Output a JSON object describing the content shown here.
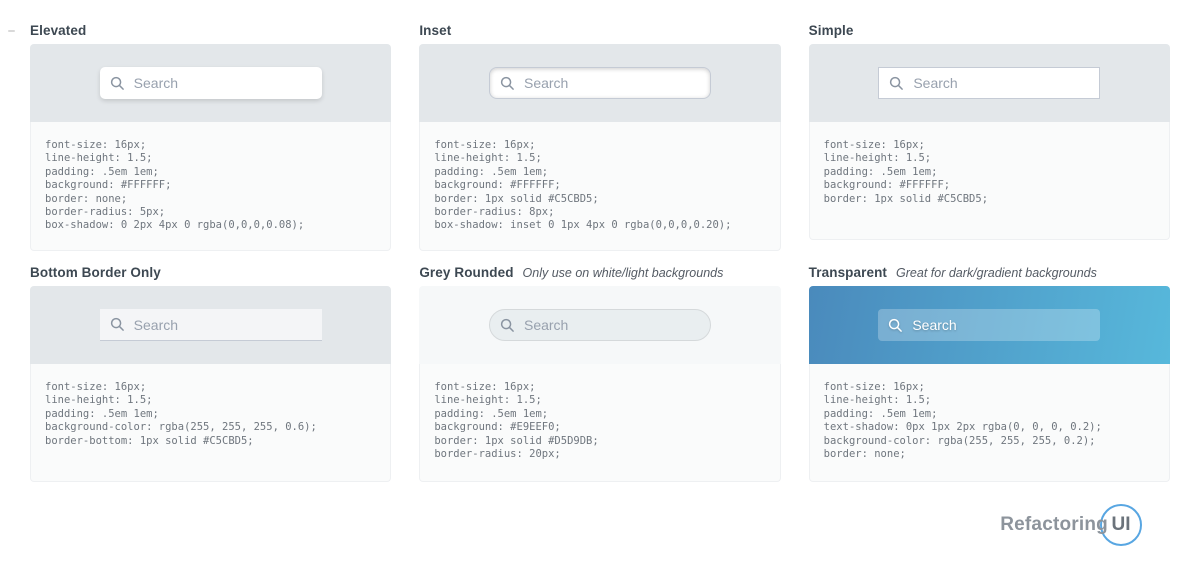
{
  "cards": [
    {
      "title": "Elevated",
      "note": "",
      "placeholder": "Search",
      "css": "font-size: 16px;\nline-height: 1.5;\npadding: .5em 1em;\nbackground: #FFFFFF;\nborder: none;\nborder-radius: 5px;\nbox-shadow: 0 2px 4px 0 rgba(0,0,0,0.08);"
    },
    {
      "title": "Inset",
      "note": "",
      "placeholder": "Search",
      "css": "font-size: 16px;\nline-height: 1.5;\npadding: .5em 1em;\nbackground: #FFFFFF;\nborder: 1px solid #C5CBD5;\nborder-radius: 8px;\nbox-shadow: inset 0 1px 4px 0 rgba(0,0,0,0.20);"
    },
    {
      "title": "Simple",
      "note": "",
      "placeholder": "Search",
      "css": "font-size: 16px;\nline-height: 1.5;\npadding: .5em 1em;\nbackground: #FFFFFF;\nborder: 1px solid #C5CBD5;"
    },
    {
      "title": "Bottom Border Only",
      "note": "",
      "placeholder": "Search",
      "css": "font-size: 16px;\nline-height: 1.5;\npadding: .5em 1em;\nbackground-color: rgba(255, 255, 255, 0.6);\nborder-bottom: 1px solid #C5CBD5;"
    },
    {
      "title": "Grey Rounded",
      "note": "Only use on white/light backgrounds",
      "placeholder": "Search",
      "css": "font-size: 16px;\nline-height: 1.5;\npadding: .5em 1em;\nbackground: #E9EEF0;\nborder: 1px solid #D5D9DB;\nborder-radius: 20px;"
    },
    {
      "title": "Transparent",
      "note": "Great for dark/gradient backgrounds",
      "placeholder": "Search",
      "css": "font-size: 16px;\nline-height: 1.5;\npadding: .5em 1em;\ntext-shadow: 0px 1px 2px rgba(0, 0, 0, 0.2);\nbackground-color: rgba(255, 255, 255, 0.2);\nborder: none;"
    }
  ],
  "branding": {
    "word": "Refactoring",
    "suffix": "UI"
  },
  "colors": {
    "preview_grey": "#E3E7EA",
    "preview_light": "#F6F8F9",
    "gradient_start": "#4A8ABC",
    "gradient_end": "#57B8DB",
    "border_grey": "#C5CBD5",
    "code_text": "#6F767E",
    "logo_ring_blue": "#58A6E2"
  }
}
